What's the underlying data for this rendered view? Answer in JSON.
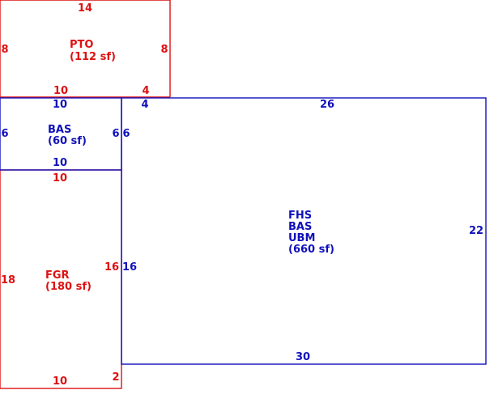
{
  "colors": {
    "red": "#dd1111",
    "blue": "#1111bb",
    "background": "#ffffff"
  },
  "areas": {
    "pto": {
      "lines": [
        "PTO",
        "(112 sf)"
      ],
      "dims": {
        "top": "14",
        "left": "8",
        "right": "8",
        "bottom_a": "10",
        "bottom_b": "4"
      }
    },
    "bas_small": {
      "lines": [
        "BAS",
        "(60 sf)"
      ],
      "dims": {
        "top": "10",
        "left": "6",
        "right": "6",
        "bottom": "10"
      }
    },
    "fgr": {
      "lines": [
        "FGR",
        "(180 sf)"
      ],
      "dims": {
        "top": "10",
        "left": "18",
        "right": "16",
        "bottom": "10",
        "bottom_right": "2"
      }
    },
    "main": {
      "lines": [
        "FHS",
        "BAS",
        "UBM",
        "(660 sf)"
      ],
      "dims": {
        "top_a": "4",
        "top_b": "26",
        "left_a": "6",
        "left_b": "16",
        "right": "22",
        "bottom": "30"
      }
    }
  }
}
